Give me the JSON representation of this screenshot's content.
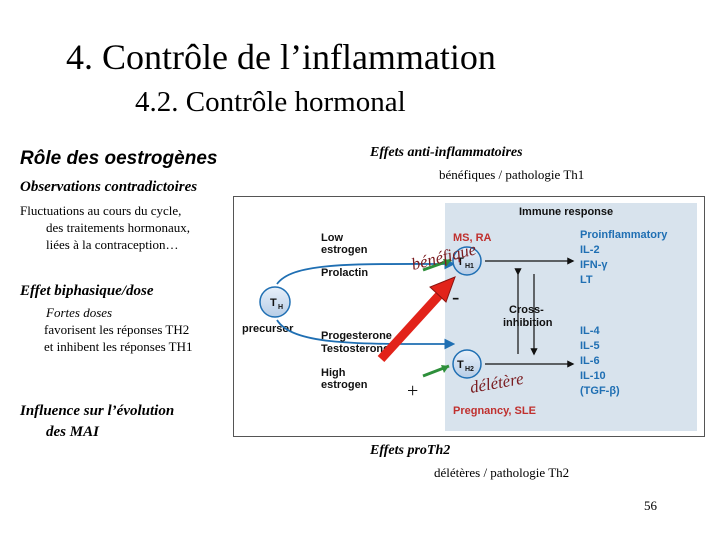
{
  "slide": {
    "title": "4. Contrôle de l’inflammation",
    "subtitle": "4.2. Contrôle hormonal",
    "page_number": "56"
  },
  "left": {
    "heading": "Rôle des oestrogènes",
    "observations": "Observations contradictoires",
    "fluctuations": [
      "Fluctuations au cours du cycle,",
      "des traitements hormonaux,",
      "liées à la contraception…"
    ],
    "biphasic_heading": "Effet biphasique/dose",
    "high_dose": [
      "Fortes doses",
      "favorisent les réponses TH2",
      "et inhibent les réponses TH1"
    ],
    "influence": [
      "Influence sur l’évolution",
      "des MAI"
    ]
  },
  "effects": {
    "anti_title": "Effets anti-inflammatoires",
    "anti_sub": "bénéfiques / pathologie Th1",
    "pro_title": "Effets proTh2",
    "pro_sub": "délétères / pathologie Th2"
  },
  "diagram": {
    "panel_title": "Immune response",
    "precursor_cell": "T",
    "precursor_sub": "H",
    "precursor_label": "precursor",
    "low_estrogen": [
      "Low",
      "estrogen"
    ],
    "prolactin": "Prolactin",
    "progesterone": "Progesterone",
    "testosterone": "Testosterone",
    "high_estrogen": [
      "High",
      "estrogen"
    ],
    "th1_cell": "T",
    "th1_sub": "H1",
    "th2_cell": "T",
    "th2_sub": "H2",
    "th1_disease": "MS, RA",
    "th2_disease": "Pregnancy, SLE",
    "cross_inhibition": [
      "Cross-",
      "inhibition"
    ],
    "th1_cytokines": [
      "Proinflammatory",
      "IL-2",
      "IFN-γ",
      "LT"
    ],
    "th2_cytokines": [
      "IL-4",
      "IL-5",
      "IL-6",
      "IL-10",
      "(TGF-β)"
    ],
    "annotation_benefique": "bénéfique",
    "annotation_deletere": "délétère",
    "sign_minus": "-",
    "sign_plus": "+",
    "colors": {
      "panel_bg": "#d8e3ed",
      "cell_blue": "#1f6fb3",
      "arrow_red": "#e2231a",
      "arrow_green": "#2d8f3a",
      "disease_red": "#c0302e",
      "cytokine_blue": "#1f6fb3",
      "annotation": "#7a1c20"
    }
  }
}
